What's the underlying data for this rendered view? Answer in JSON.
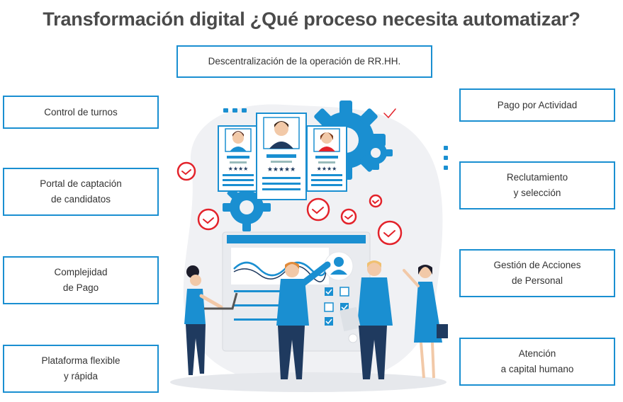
{
  "title": "Transformación digital ¿Qué proceso necesita automatizar?",
  "top_box": "Descentralización de la operación de RR.HH.",
  "left_boxes": [
    "Control de turnos",
    "Portal de captación\nde candidatos",
    "Complejidad\nde Pago",
    "Plataforma flexible\ny rápida"
  ],
  "right_boxes": [
    "Pago por Actividad",
    "Reclutamiento\ny selección",
    "Gestión de Acciones\nde Personal",
    "Atención\na capital humano"
  ],
  "colors": {
    "accent": "#1a8fd1",
    "title": "#4a4a4a",
    "check_red": "#e3232b",
    "navy": "#1f3a5f"
  }
}
